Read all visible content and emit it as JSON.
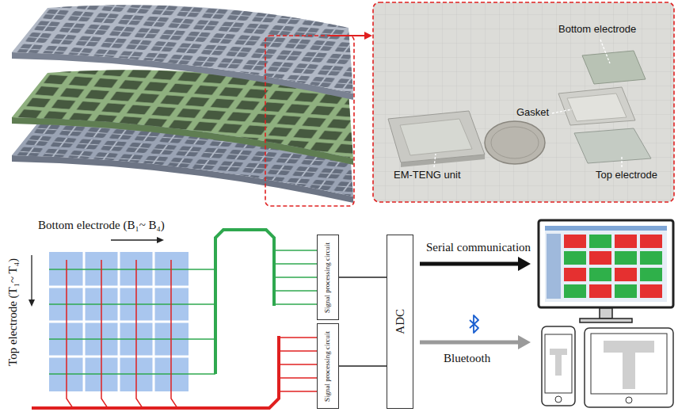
{
  "diagram": {
    "nodes": [
      {
        "text": [
          "Signal processing circuit"
        ]
      },
      {
        "text": [
          "Signal processing circuit"
        ]
      },
      {
        "text": [
          "ADC"
        ]
      }
    ],
    "edges": [
      {
        "from": 0,
        "to": 2,
        "arrow": "none"
      },
      {
        "from": 1,
        "to": 2,
        "arrow": "none"
      }
    ],
    "labels": [
      "Bottom electrode",
      "Gasket",
      "EM-TENG unit",
      "Top electrode",
      "Bottom electrode (B₁~ B₄)",
      "Top electrode (T₁~ T₄)",
      "Serial communication",
      "Bluetooth"
    ]
  }
}
